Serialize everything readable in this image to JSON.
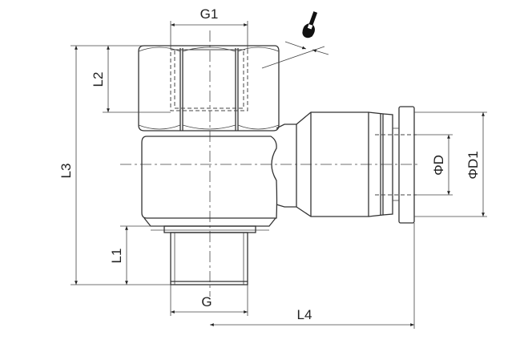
{
  "drawing": {
    "title": "Swivel elbow push-in fitting with female thread",
    "dimensions": {
      "g1": "G1",
      "l2": "L2",
      "l3": "L3",
      "l1": "L1",
      "g": "G",
      "l4": "L4",
      "phi_d": "ΦD",
      "phi_d1": "ΦD1"
    },
    "icons": {
      "wrench": "wrench-icon"
    }
  }
}
